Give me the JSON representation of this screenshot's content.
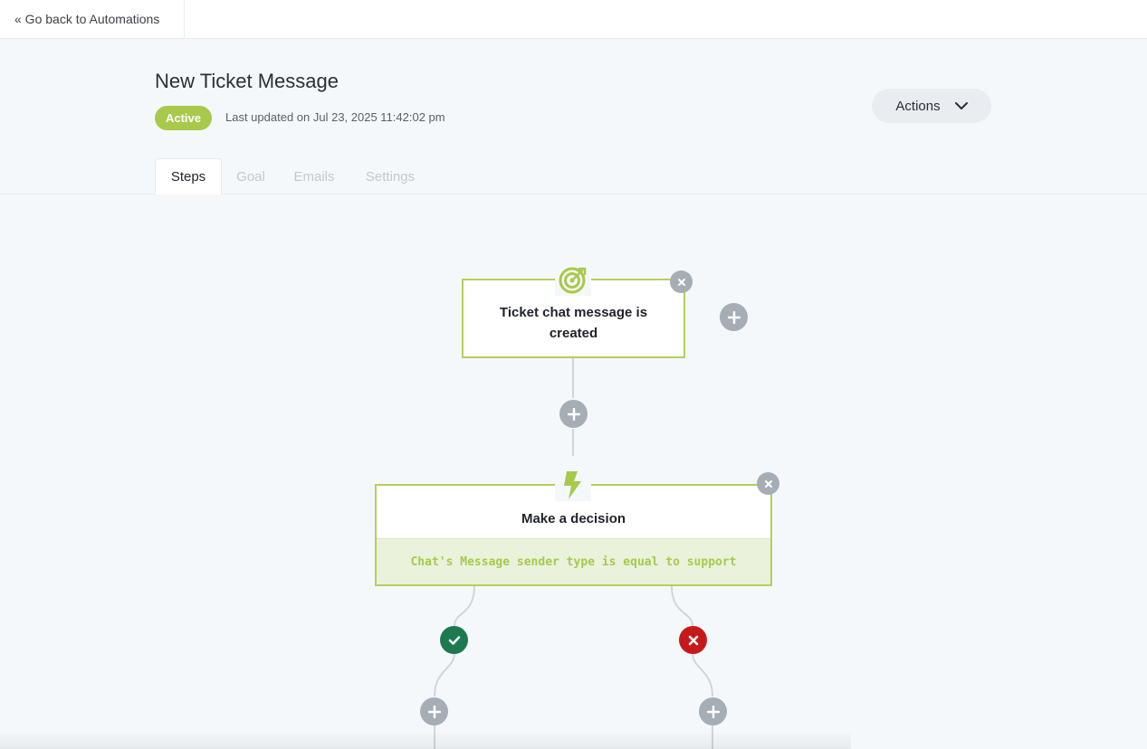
{
  "nav": {
    "back_label": "« Go back to Automations"
  },
  "header": {
    "title": "New Ticket Message",
    "status": "Active",
    "last_updated": "Last updated on Jul 23, 2025 11:42:02 pm",
    "actions_label": "Actions"
  },
  "tabs": [
    {
      "label": "Steps",
      "active": true
    },
    {
      "label": "Goal",
      "active": false
    },
    {
      "label": "Emails",
      "active": false
    },
    {
      "label": "Settings",
      "active": false
    }
  ],
  "flow": {
    "trigger": {
      "title_line1": "Ticket chat message is",
      "title_line2": "created",
      "icon": "target-icon"
    },
    "decision": {
      "title": "Make a decision",
      "condition": "Chat's Message sender type is equal to support",
      "icon": "lightning-icon"
    }
  },
  "colors": {
    "accent": "#a8c94a",
    "yes": "#1d7a4f",
    "no": "#c61a1a",
    "muted_button": "#a6adb5"
  }
}
